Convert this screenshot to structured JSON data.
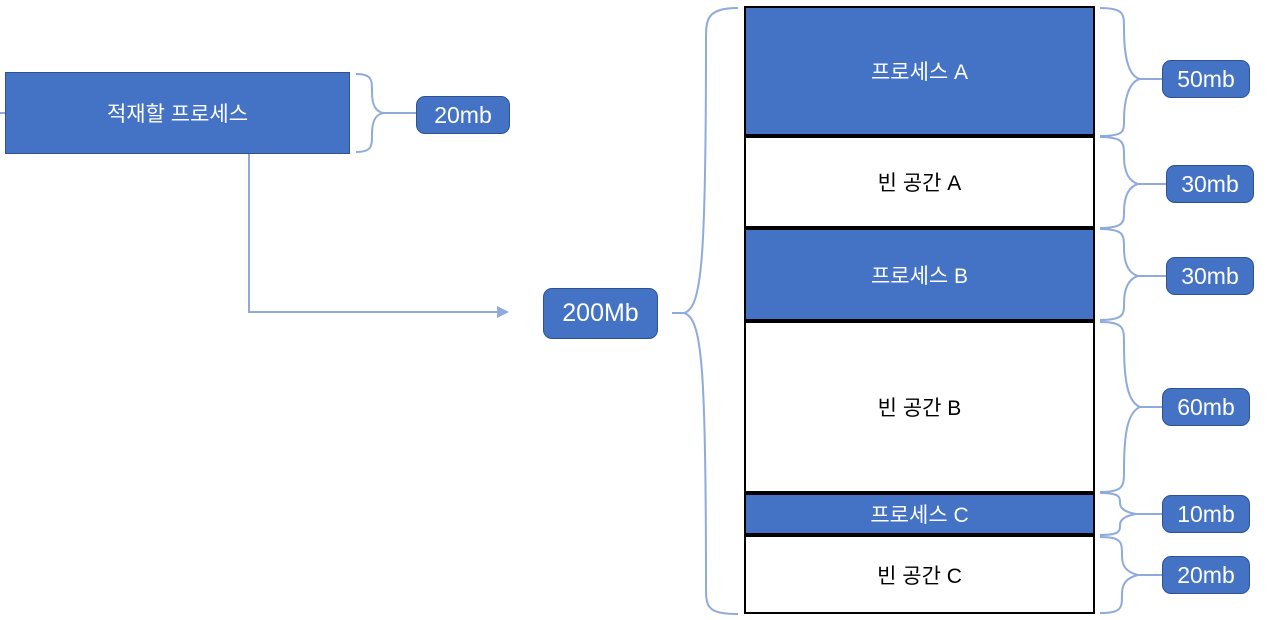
{
  "diagram": {
    "title_node": {
      "label": "적재할 프로세스",
      "size_label": "20mb"
    },
    "memory_node": {
      "label": "200Mb"
    },
    "memory_blocks": [
      {
        "label": "프로세스 A",
        "kind": "used",
        "size_label": "50mb"
      },
      {
        "label": "빈 공간 A",
        "kind": "free",
        "size_label": "30mb"
      },
      {
        "label": "프로세스 B",
        "kind": "used",
        "size_label": "30mb"
      },
      {
        "label": "빈 공간 B",
        "kind": "free",
        "size_label": "60mb"
      },
      {
        "label": "프로세스 C",
        "kind": "used",
        "size_label": "10mb"
      },
      {
        "label": "빈 공간 C",
        "kind": "free",
        "size_label": "20mb"
      }
    ],
    "colors": {
      "fill_blue": "#4472C4",
      "outline_blue": "#2F528F",
      "connector_blue": "#8FAADC",
      "block_outline": "#000000",
      "free_fill": "#FFFFFF"
    }
  }
}
